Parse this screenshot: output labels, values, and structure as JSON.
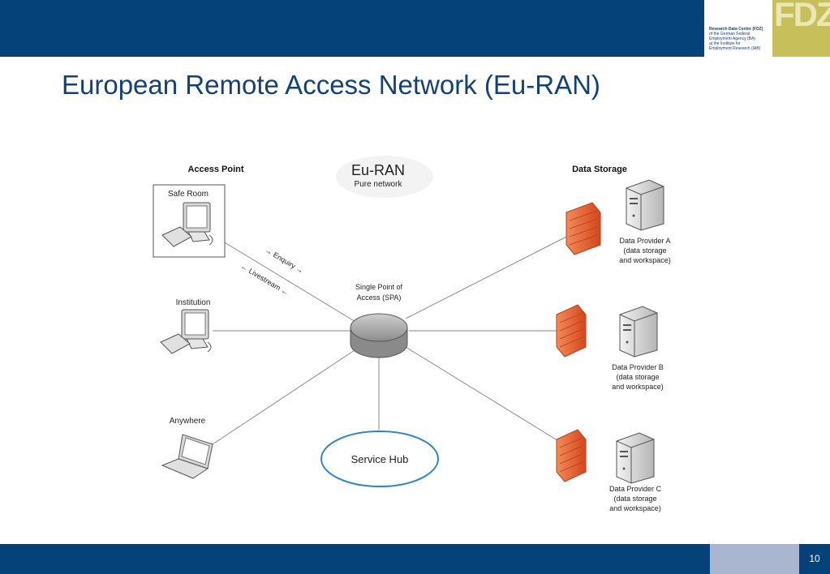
{
  "header": {
    "logo": {
      "lines": [
        "Research Data Centre (FDZ)",
        "of the German Federal",
        "Employment Agency (BA)",
        "at the Institute for",
        "Employment Research (IAB)"
      ],
      "mark": "FDZ"
    }
  },
  "slide": {
    "title": "European Remote Access Network (Eu-RAN)",
    "page_number": "10"
  },
  "diagram": {
    "access_point_heading": "Access Point",
    "data_storage_heading": "Data Storage",
    "network_name": "Eu-RAN",
    "network_subtitle": "Pure network",
    "spa_label_line1": "Single Point of",
    "spa_label_line2": "Access (SPA)",
    "safe_room": "Safe Room",
    "institution": "Institution",
    "anywhere": "Anywhere",
    "enquiry": "Enquiry",
    "livestream": "Livestream",
    "service_hub": "Service Hub",
    "providers": [
      {
        "line1": "Data Provider A",
        "line2": "(data storage",
        "line3": "and workspace)"
      },
      {
        "line1": "Data Provider B",
        "line2": "(data storage",
        "line3": "and workspace)"
      },
      {
        "line1": "Data Provider C",
        "line2": "(data storage",
        "line3": "and workspace)"
      }
    ],
    "colors": {
      "header_blue": "#06427a",
      "title_blue": "#13427a",
      "firewall_orange": "#e8673a",
      "service_hub_outline": "#2f86c8"
    }
  }
}
